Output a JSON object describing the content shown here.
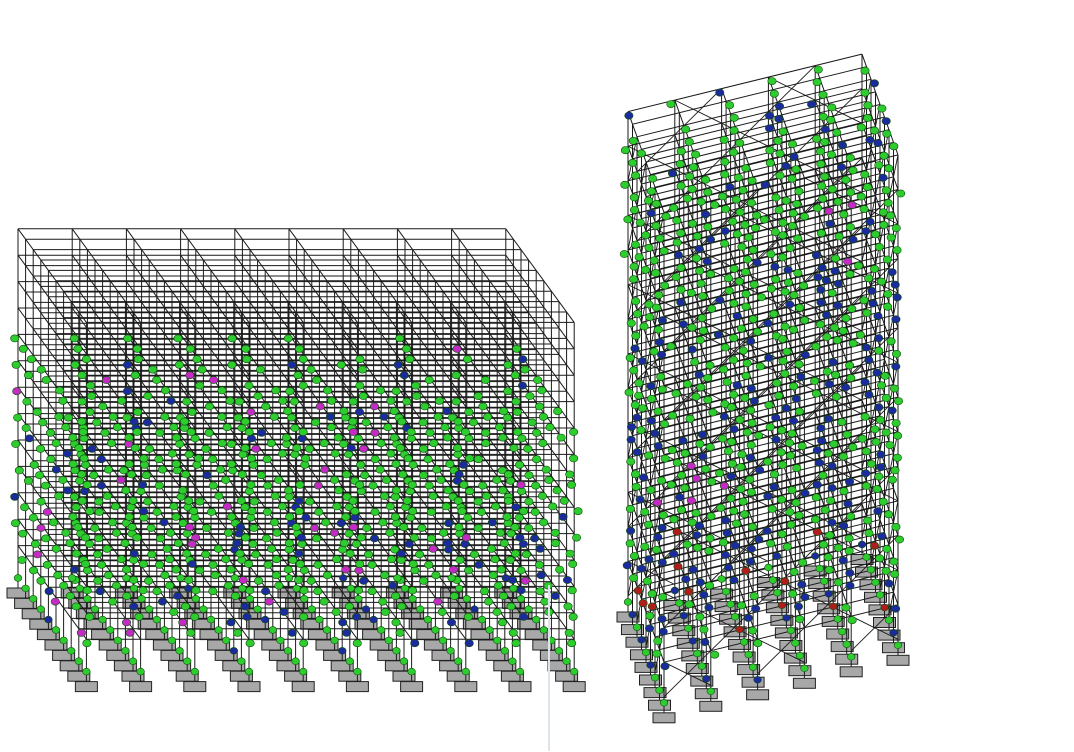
{
  "figure": {
    "panels": [
      {
        "id": "left",
        "frame": {
          "cols": 9,
          "depth": 9,
          "levels": 13
        },
        "hinge_levels_from": 1,
        "hinge_levels_to": 9,
        "blue_density": 0.12,
        "magenta_density": 0.06,
        "red_density": 0.0,
        "braced": false,
        "caption": ""
      },
      {
        "id": "right",
        "frame": {
          "cols": 5,
          "depth": 8,
          "levels": 14
        },
        "hinge_levels_from": 1,
        "hinge_levels_to": 14,
        "blue_density": 0.3,
        "magenta_density": 0.01,
        "red_density": 0.03,
        "braced": true,
        "caption": ""
      }
    ],
    "hinge_colors": {
      "green": "#2ecc2e",
      "blue": "#1c2a9e",
      "magenta": "#c42bc4",
      "red": "#b01d1d"
    },
    "frame_color": "#1a1a1a",
    "support_color": "#9a9a9a"
  }
}
